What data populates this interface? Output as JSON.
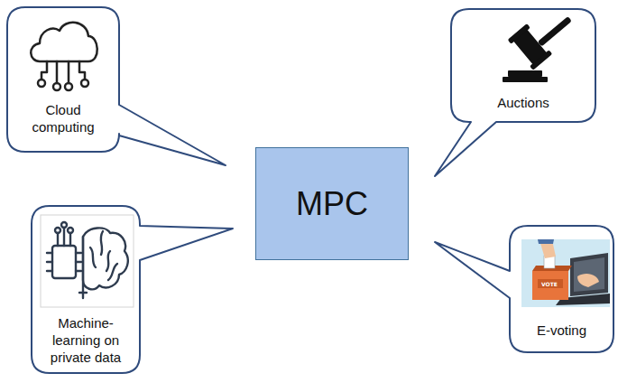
{
  "diagram": {
    "nodes": [
      {
        "text": [
          "Cloud computing"
        ]
      },
      {
        "text": [
          "Auctions"
        ]
      },
      {
        "text": [
          "MPC"
        ]
      },
      {
        "text": [
          "Machine-learning on private data"
        ]
      },
      {
        "text": [
          "E-voting"
        ]
      }
    ],
    "labels": [
      "VOTE"
    ]
  }
}
